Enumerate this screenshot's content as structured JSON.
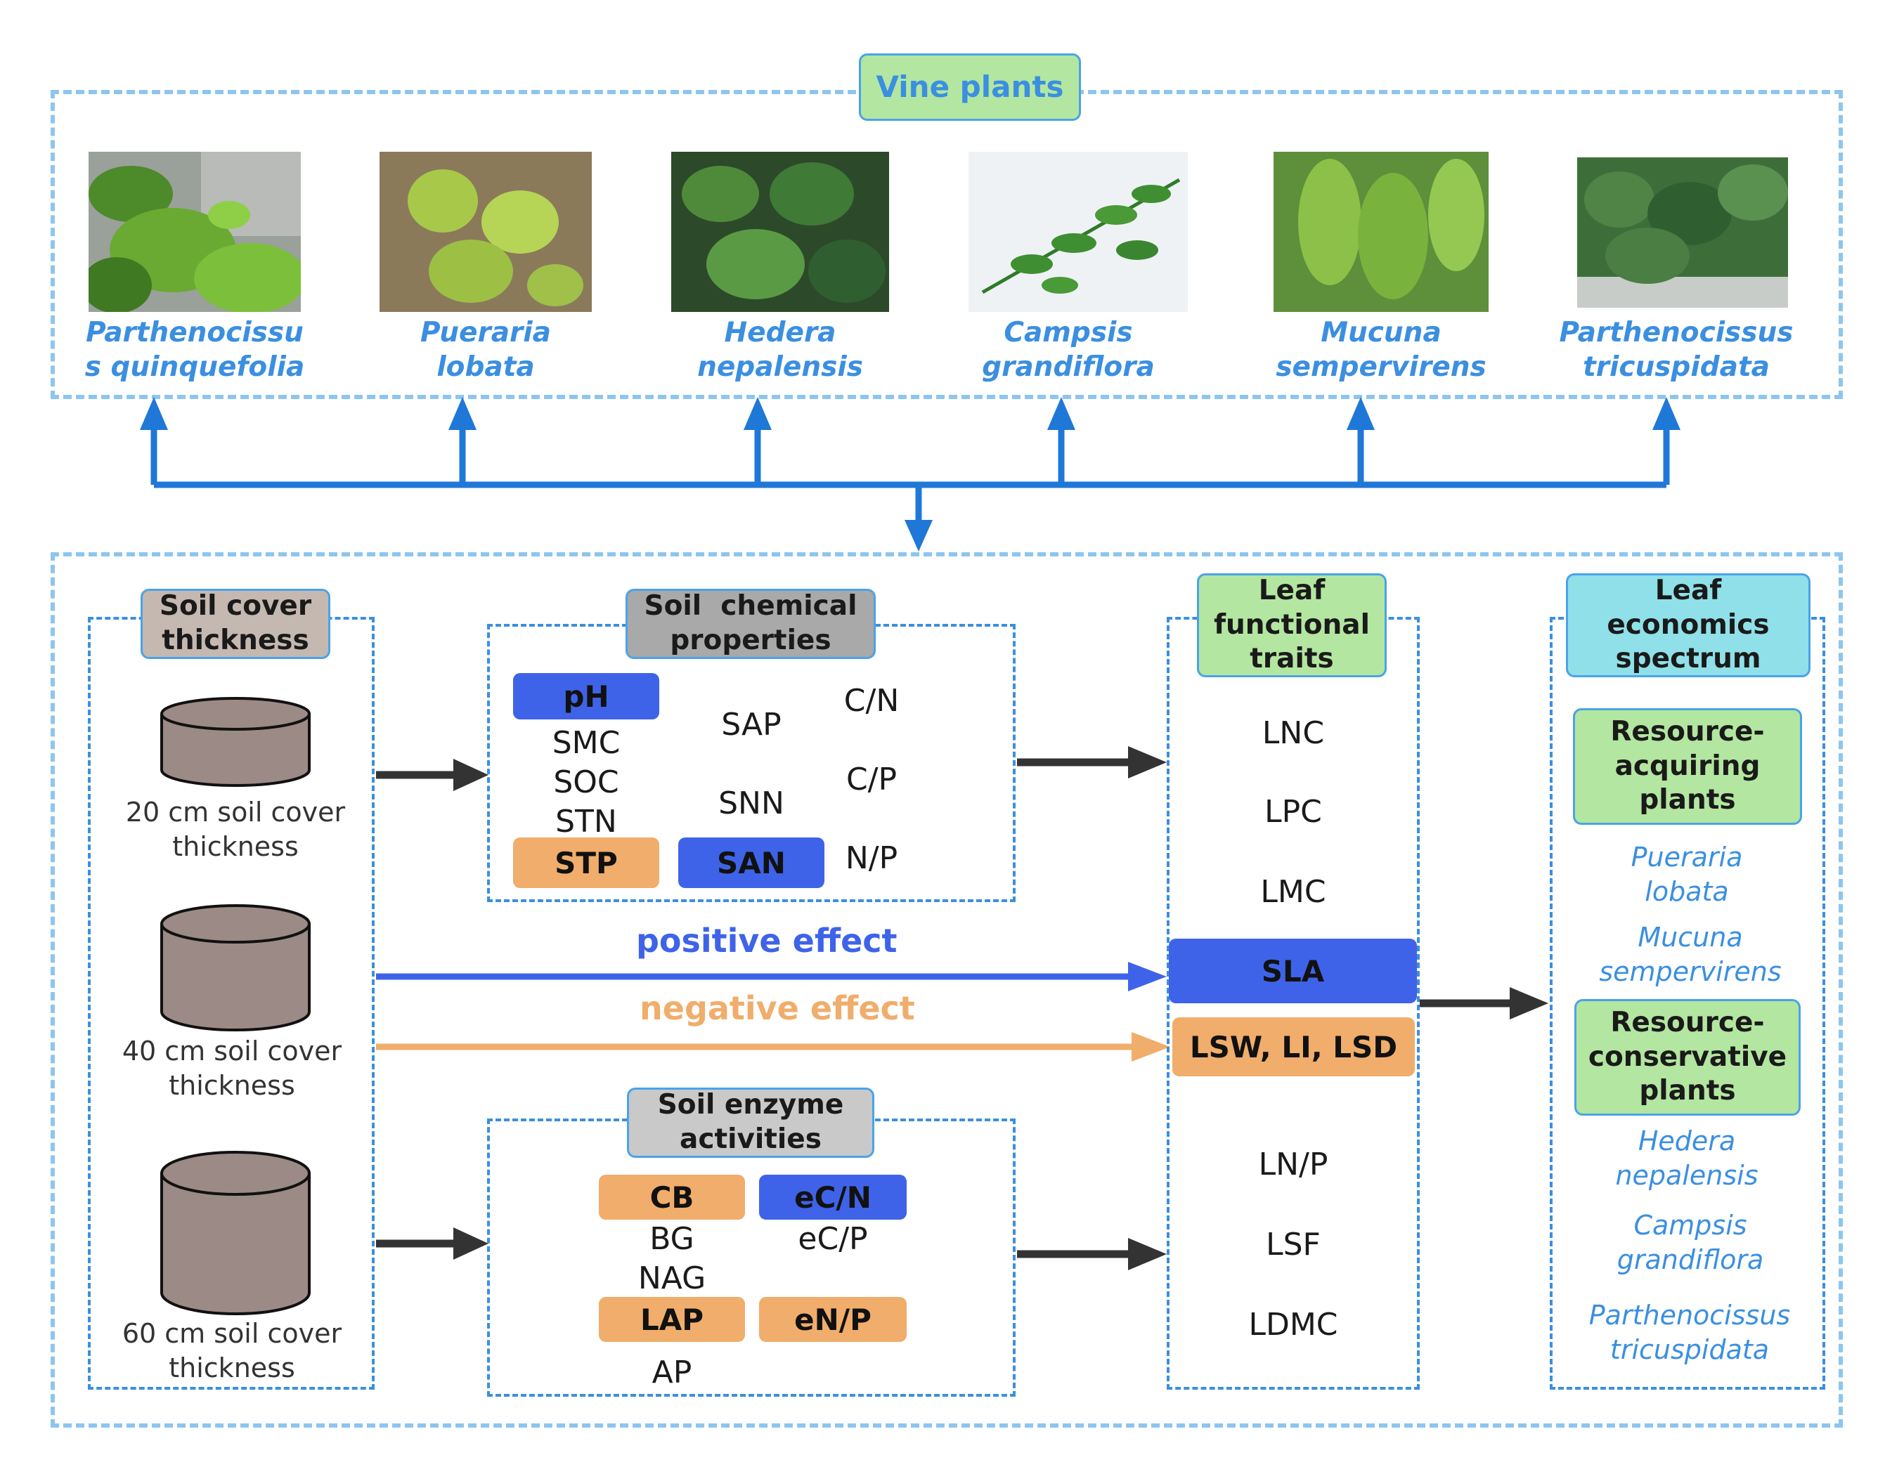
{
  "top": {
    "title": "Vine plants",
    "species": [
      {
        "line1": "Parthenocissu",
        "line2": "s quinquefolia"
      },
      {
        "line1": "Pueraria",
        "line2": "lobata"
      },
      {
        "line1": "Hedera",
        "line2": "nepalensis"
      },
      {
        "line1": "Campsis",
        "line2": "grandiflora"
      },
      {
        "line1": "Mucuna",
        "line2": "sempervirens"
      },
      {
        "line1": "Parthenocissus",
        "line2": "tricuspidata"
      }
    ]
  },
  "soil_cover": {
    "title_line1": "Soil cover",
    "title_line2": "thickness",
    "levels": [
      {
        "line1": "20 cm soil cover",
        "line2": "thickness"
      },
      {
        "line1": "40 cm soil cover",
        "line2": "thickness"
      },
      {
        "line1": "60 cm soil cover",
        "line2": "thickness"
      }
    ]
  },
  "chemical": {
    "title_line1": "Soil  chemical",
    "title_line2": "properties",
    "ph": "pH",
    "smc": "SMC",
    "soc": "SOC",
    "stn": "STN",
    "stp": "STP",
    "sap": "SAP",
    "snn": "SNN",
    "san": "SAN",
    "cn": "C/N",
    "cp": "C/P",
    "np": "N/P"
  },
  "enzyme": {
    "title_line1": "Soil enzyme",
    "title_line2": "activities",
    "cb": "CB",
    "bg": "BG",
    "nag": "NAG",
    "lap": "LAP",
    "ap": "AP",
    "ecn": "eC/N",
    "ecp": "eC/P",
    "enp": "eN/P"
  },
  "effects": {
    "positive": "positive effect",
    "negative": "negative effect"
  },
  "leaf_traits": {
    "title_line1": "Leaf",
    "title_line2": "functional",
    "title_line3": "traits",
    "lnc": "LNC",
    "lpc": "LPC",
    "lmc": "LMC",
    "sla": "SLA",
    "lsw": "LSW, LI, LSD",
    "lnp": "LN/P",
    "lsf": "LSF",
    "ldmc": "LDMC"
  },
  "spectrum": {
    "title_line1": "Leaf",
    "title_line2": "economics",
    "title_line3": "spectrum",
    "acq_line1": "Resource-",
    "acq_line2": "acquiring",
    "acq_line3": "plants",
    "acq_species": [
      {
        "line1": "Pueraria",
        "line2": "lobata"
      },
      {
        "line1": "Mucuna",
        "line2": "sempervirens"
      }
    ],
    "con_line1": "Resource-",
    "con_line2": "conservative",
    "con_line3": "plants",
    "con_species": [
      {
        "line1": "Hedera",
        "line2": "nepalensis"
      },
      {
        "line1": "Campsis",
        "line2": "grandiflora"
      },
      {
        "line1": "Parthenocissus",
        "line2": "tricuspidata"
      }
    ]
  },
  "colors": {
    "positive": "#3f63e8",
    "negative": "#f0ad6b",
    "arrow_blue": "#1f78d8",
    "dash_light": "#8ec5ef",
    "dash_dark": "#3b8fe0"
  }
}
